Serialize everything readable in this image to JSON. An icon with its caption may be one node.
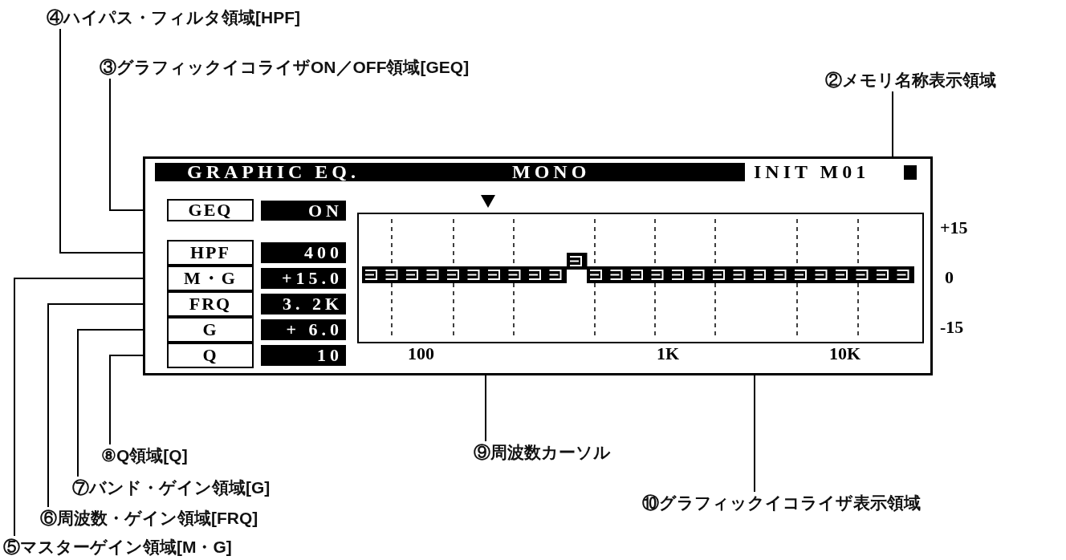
{
  "diagram": {
    "nodes": [
      {
        "text": [
          "④ハイパス・フィルタ領域[HPF]"
        ]
      },
      {
        "text": [
          "③グラフィックイコライザON／OFF領域[GEQ]"
        ]
      },
      {
        "text": [
          "②メモリ名称表示領域"
        ]
      },
      {
        "text": [],
        "shape": "box"
      },
      {
        "text": [
          "GRAPHIC EQ.",
          "MONO"
        ],
        "in": 3
      },
      {
        "text": [
          "INIT M01"
        ],
        "in": 3
      },
      {
        "text": [
          "GEQ"
        ],
        "in": 3
      },
      {
        "text": [
          "ON"
        ],
        "in": 3
      },
      {
        "text": [
          "HPF"
        ],
        "in": 3
      },
      {
        "text": [
          "400"
        ],
        "in": 3
      },
      {
        "text": [
          "M・G"
        ],
        "in": 3
      },
      {
        "text": [
          "+15.0"
        ],
        "in": 3
      },
      {
        "text": [
          "FRQ"
        ],
        "in": 3
      },
      {
        "text": [
          "3. 2K"
        ],
        "in": 3
      },
      {
        "text": [
          "G"
        ],
        "in": 3
      },
      {
        "text": [
          "+ 6.0"
        ],
        "in": 3
      },
      {
        "text": [
          "Q"
        ],
        "in": 3
      },
      {
        "text": [
          "10"
        ],
        "in": 3
      },
      {
        "text": [],
        "shape": "triangle",
        "in": 3
      },
      {
        "text": [],
        "shape": "box",
        "in": 3,
        "beside": [
          "+15",
          "0",
          "-15",
          "100",
          "1K",
          "10K"
        ]
      },
      {
        "text": [
          "⑧Q領域[Q]"
        ]
      },
      {
        "text": [
          "⑨周波数カーソル"
        ]
      },
      {
        "text": [
          "⑦バンド・ゲイン領域[G]"
        ]
      },
      {
        "text": [
          "⑩グラフィックイコライザ表示領域"
        ]
      },
      {
        "text": [
          "⑥周波数・ゲイン領域[FRQ]"
        ]
      },
      {
        "text": [
          "⑤マスターゲイン領域[M・G]"
        ]
      }
    ],
    "edges": [
      {
        "from": 0,
        "to": 8,
        "arrow": "none"
      },
      {
        "from": 1,
        "to": 6,
        "arrow": "none"
      },
      {
        "from": 2,
        "to": 5,
        "arrow": "none"
      },
      {
        "from": 25,
        "to": 10,
        "arrow": "none"
      },
      {
        "from": 24,
        "to": 12,
        "arrow": "none"
      },
      {
        "from": 22,
        "to": 14,
        "arrow": "none"
      },
      {
        "from": 20,
        "to": 16,
        "arrow": "none"
      },
      {
        "from": 21,
        "to": 18,
        "arrow": "none"
      },
      {
        "from": 23,
        "to": 19,
        "arrow": "none"
      }
    ]
  }
}
